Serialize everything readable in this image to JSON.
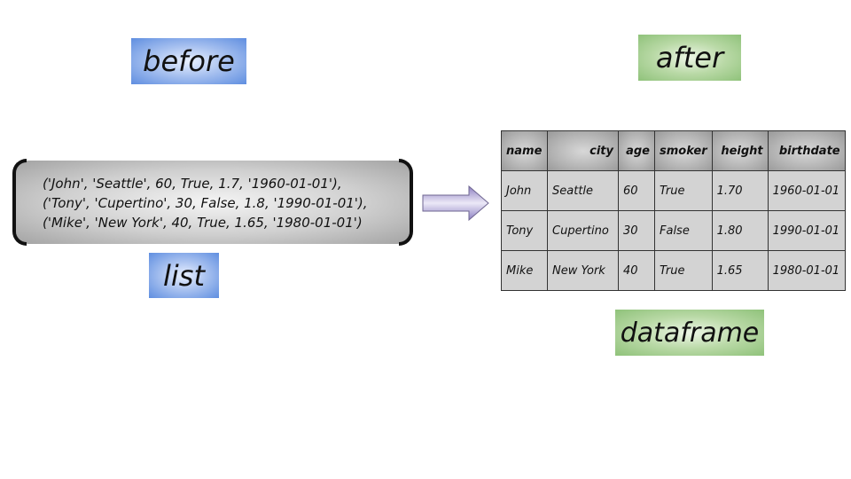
{
  "labels": {
    "before": "before",
    "after": "after",
    "list": "list",
    "dataframe": "dataframe"
  },
  "list_lines": [
    "('John', 'Seattle', 60, True, 1.7, '1960-01-01'),",
    "('Tony', 'Cupertino', 30, False, 1.8, '1990-01-01'),",
    "('Mike', 'New York', 40, True, 1.65, '1980-01-01')"
  ],
  "table": {
    "columns": [
      "name",
      "city",
      "age",
      "smoker",
      "height",
      "birthdate"
    ],
    "rows": [
      [
        "John",
        "Seattle",
        "60",
        "True",
        "1.70",
        "1960-01-01"
      ],
      [
        "Tony",
        "Cupertino",
        "30",
        "False",
        "1.80",
        "1990-01-01"
      ],
      [
        "Mike",
        "New York",
        "40",
        "True",
        "1.65",
        "1980-01-01"
      ]
    ]
  },
  "colors": {
    "blue_label": "#6f97e3",
    "green_label": "#a3cc8d",
    "arrow": "#a99fd0"
  }
}
